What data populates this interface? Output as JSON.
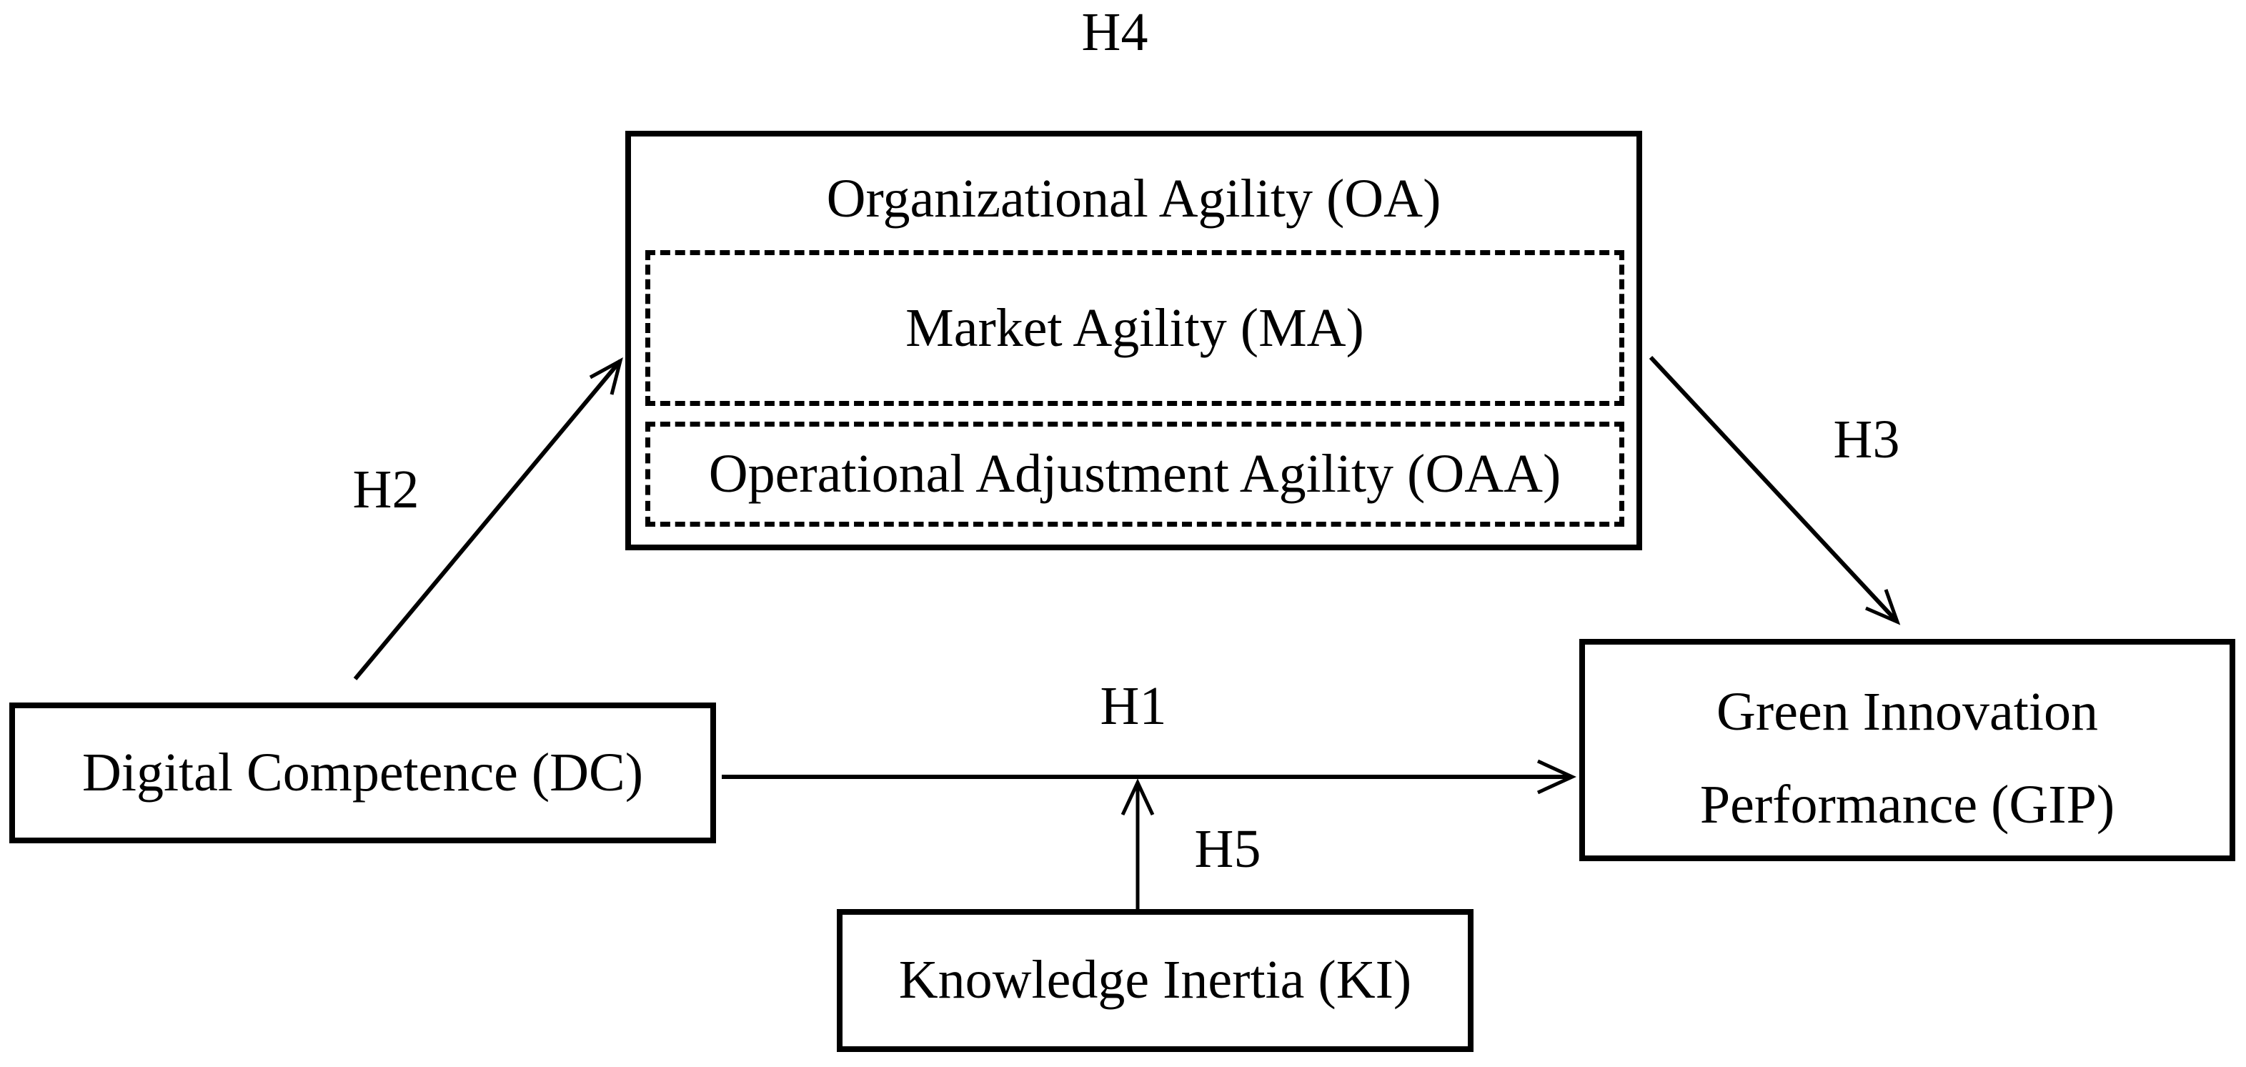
{
  "figure": {
    "background_color": "#ffffff",
    "line_color": "#000000",
    "nodes": {
      "organizational_agility": {
        "label": "Organizational Agility (OA)"
      },
      "market_agility": {
        "label": "Market Agility (MA)"
      },
      "operational_adjustment_agility": {
        "label": "Operational Adjustment Agility (OAA)"
      },
      "digital_competence": {
        "label": "Digital Competence (DC)"
      },
      "green_innovation_performance": {
        "line1": "Green Innovation",
        "line2": "Performance (GIP)"
      },
      "knowledge_inertia": {
        "label": "Knowledge Inertia (KI)"
      }
    },
    "hypothesis_labels": {
      "h1": "H1",
      "h2": "H2",
      "h3": "H3",
      "h4": "H4",
      "h5": "H5"
    }
  }
}
